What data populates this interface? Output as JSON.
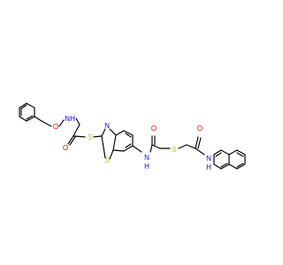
{
  "colors": {
    "background": "#ffffff",
    "bond": "#000000",
    "oxygen": "#ff0000",
    "nitrogen": "#0000ff",
    "sulfur": "#c8c800"
  },
  "labels": {
    "o_ether": "O",
    "o_amide_left": "O",
    "nh_left": "N",
    "nh_left_h": "H",
    "s_thioether_left": "S",
    "n_thiazole": "N",
    "s_thiazole": "S",
    "nh_mid": "N",
    "nh_mid_h": "H",
    "o_amide_mid": "O",
    "s_thioether_right": "S",
    "o_amide_right": "O",
    "nh_right": "N",
    "nh_right_h": "H"
  }
}
